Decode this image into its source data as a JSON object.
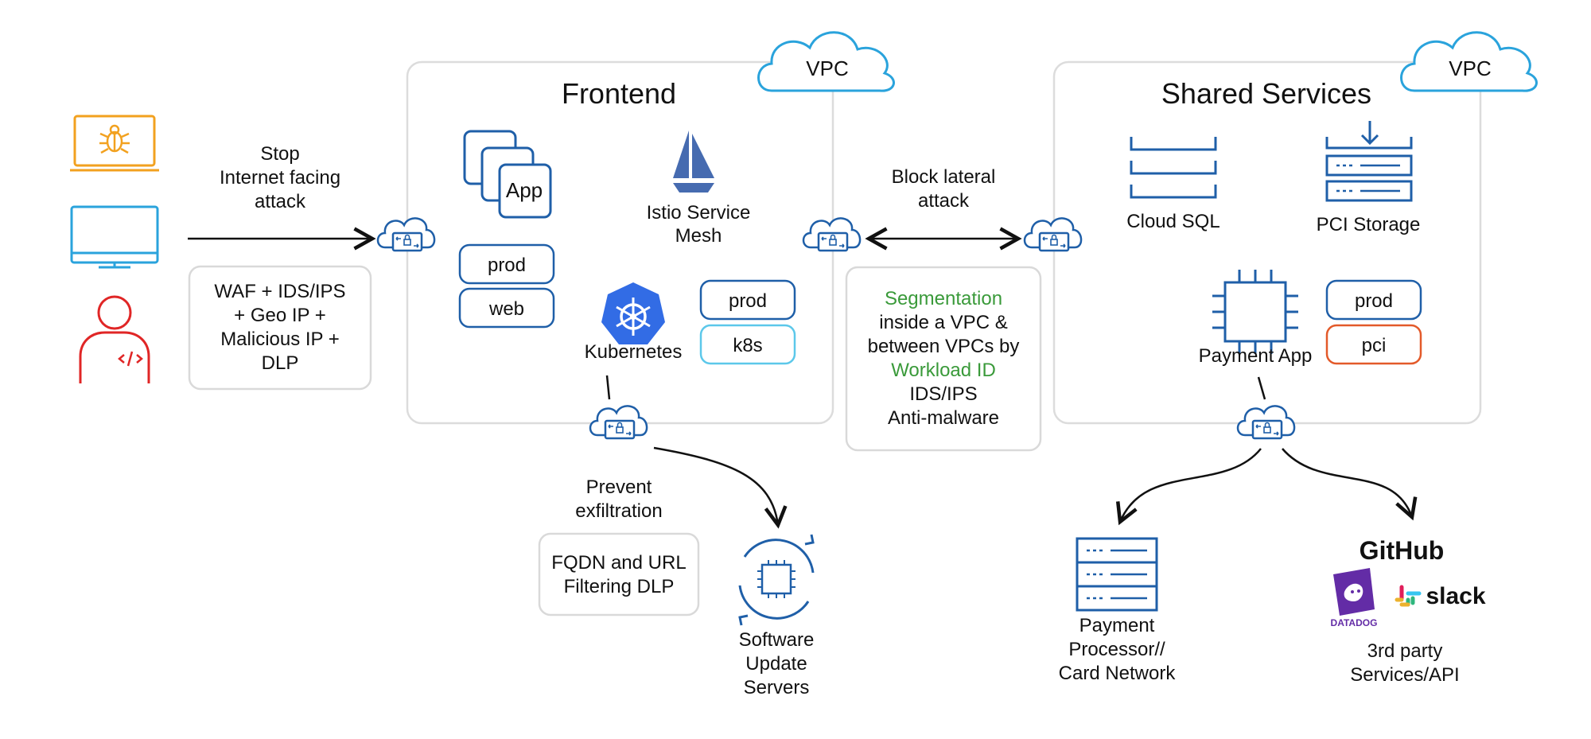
{
  "colors": {
    "blue": "#1f5fa8",
    "cyan": "#2aa3dc",
    "orange": "#f2a11f",
    "red": "#e02626",
    "green": "#3a9a3a",
    "pci_orange": "#e35a2a",
    "k8s_blue": "#326ce5",
    "istio_blue": "#466bb0"
  },
  "threats": {
    "left_label": [
      "Stop",
      "Internet facing",
      "attack"
    ],
    "left_box": [
      "WAF + IDS/IPS",
      "+ Geo IP +",
      "Malicious IP +",
      "DLP"
    ]
  },
  "frontend": {
    "vpc_label": "VPC",
    "title": "Frontend",
    "app_label": "App",
    "istio_label": [
      "Istio Service",
      "Mesh"
    ],
    "pills_left": [
      "prod",
      "web"
    ],
    "kubernetes_label": "Kubernetes",
    "pills_right": [
      "prod",
      "k8s"
    ]
  },
  "lateral": {
    "label": [
      "Block lateral",
      "attack"
    ],
    "box_line1": "Segmentation",
    "box_line2": "inside a VPC &",
    "box_line3": "between VPCs by",
    "box_line4": "Workload ID",
    "box_line5": "IDS/IPS",
    "box_line6": "Anti-malware"
  },
  "shared": {
    "vpc_label": "VPC",
    "title": "Shared Services",
    "cloud_sql_label": "Cloud SQL",
    "pci_storage_label": "PCI Storage",
    "payment_app_label": "Payment App",
    "pills": [
      "prod",
      "pci"
    ]
  },
  "exfil": {
    "label": [
      "Prevent",
      "exfiltration"
    ],
    "box": [
      "FQDN and URL",
      "Filtering DLP"
    ],
    "servers_label": [
      "Software",
      "Update",
      "Servers"
    ]
  },
  "payment_processor": {
    "label": [
      "Payment",
      "Processor//",
      "Card Network"
    ]
  },
  "third_party": {
    "github": "GitHub",
    "datadog": "DATADOG",
    "slack": "slack",
    "label": [
      "3rd party",
      "Services/API"
    ]
  }
}
